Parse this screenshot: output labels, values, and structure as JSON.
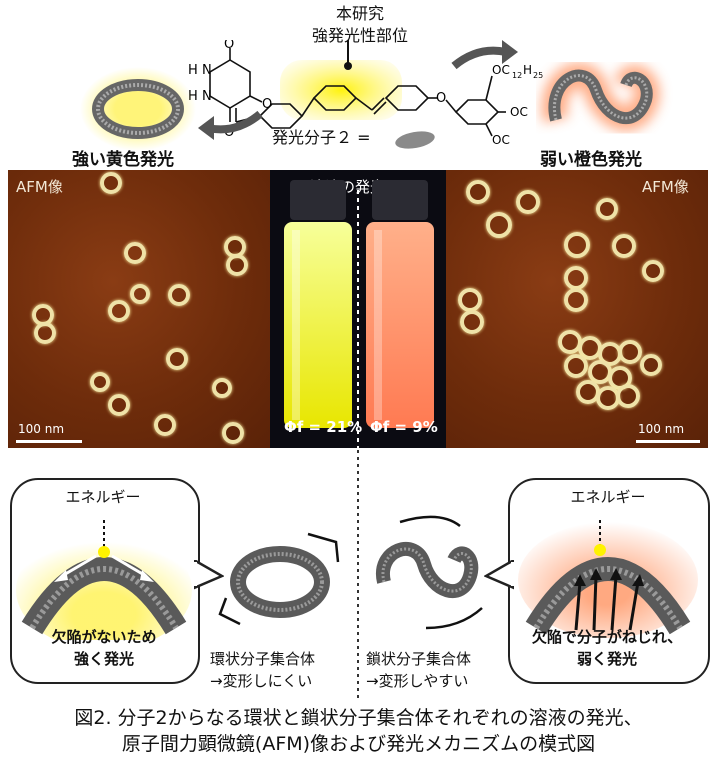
{
  "top": {
    "research_label_line1": "本研究",
    "research_label_line2": "強発光性部位",
    "luminescent_molecule_label": "発光分子２ =",
    "strong_yellow_emission": "強い黄色発光",
    "weak_orange_emission": "弱い橙色発光",
    "chem": {
      "o1": "O",
      "o2": "O",
      "o3": "O",
      "nh1": "N",
      "h1": "H",
      "nh2": "N",
      "h2": "H",
      "o_link": "O",
      "oc12h25_1": "OC",
      "oc12h25_2": "OC",
      "oc12h25_3": "OC",
      "sub12": "12",
      "subH": "H",
      "sub25": "25"
    }
  },
  "panels": {
    "afm_left_label": "AFM像",
    "afm_right_label": "AFM像",
    "solution_label": "溶液の発光",
    "scale_left": "100 nm",
    "scale_right": "100 nm",
    "phi_left": "Φf = 21%",
    "phi_right": "Φf = 9%"
  },
  "bottom": {
    "energy_left": "エネルギー",
    "energy_right": "エネルギー",
    "left_bubble_text_1": "欠陥がないため",
    "left_bubble_text_2": "強く発光",
    "right_bubble_text_1": "欠陥で分子がねじれ、",
    "right_bubble_text_2": "弱く発光",
    "ring_assembly_1": "環状分子集合体",
    "ring_assembly_2": "→変形しにくい",
    "chain_assembly_1": "鎖状分子集合体",
    "chain_assembly_2": "→変形しやすい"
  },
  "caption": {
    "line1": "図2. 分子2からなる環状と鎖状分子集合体それぞれの溶液の発光、",
    "line2": "原子間力顕微鏡(AFM)像および発光メカニズムの模式図"
  },
  "colors": {
    "yellow_glow": "#fff36a",
    "orange_glow": "#ff9a6b",
    "afm_brown": "#6e2c0b",
    "ring_color": "#efe2a8"
  }
}
